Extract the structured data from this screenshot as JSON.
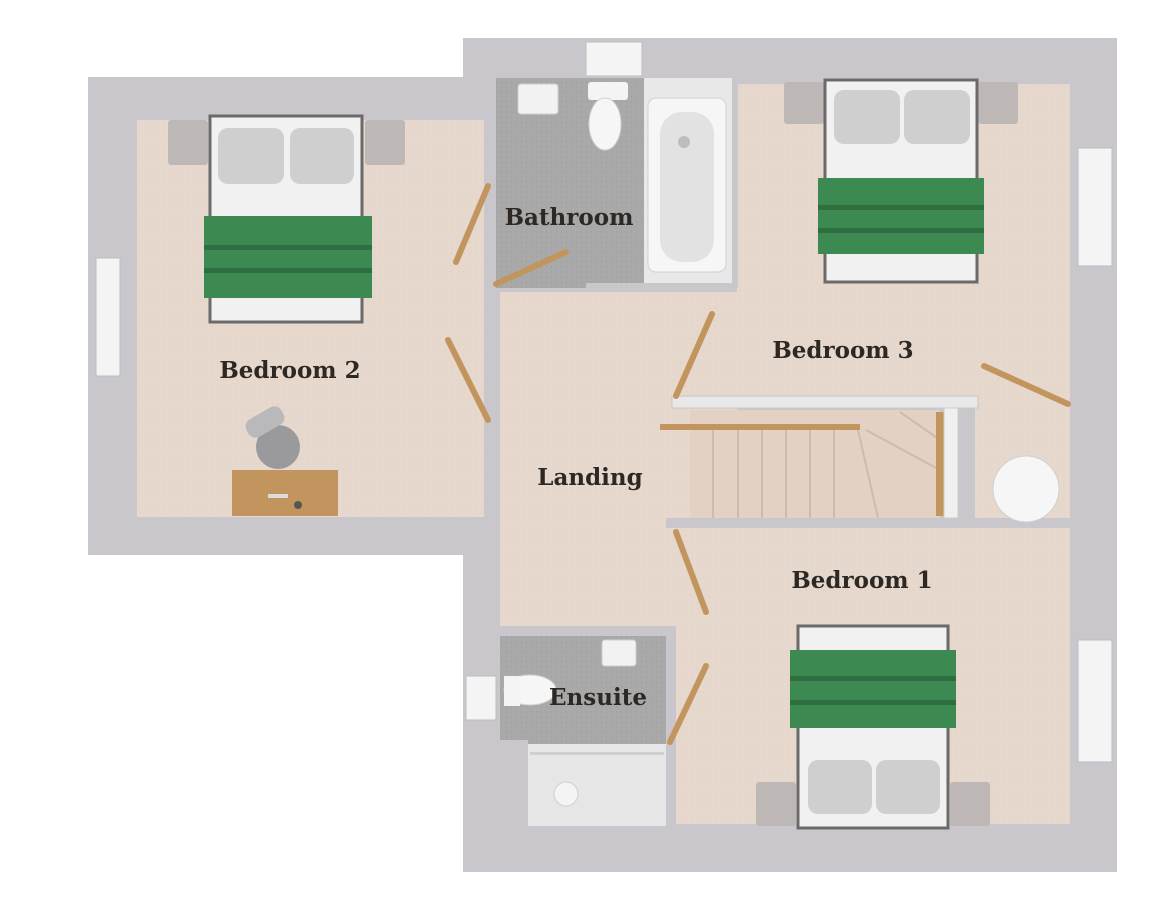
{
  "rooms": {
    "bedroom1": "Bedroom 1",
    "bedroom2": "Bedroom 2",
    "bedroom3": "Bedroom 3",
    "bathroom": "Bathroom",
    "landing": "Landing",
    "ensuite": "Ensuite"
  },
  "colors": {
    "wall": "#c9c7cc",
    "carpet": "#e6d8cc",
    "tile": "#a9a8a8",
    "bed_throw": "#3c8a52",
    "wood": "#c2955e",
    "sheet": "#f3f3f3",
    "pillow": "#c9c9c9"
  }
}
